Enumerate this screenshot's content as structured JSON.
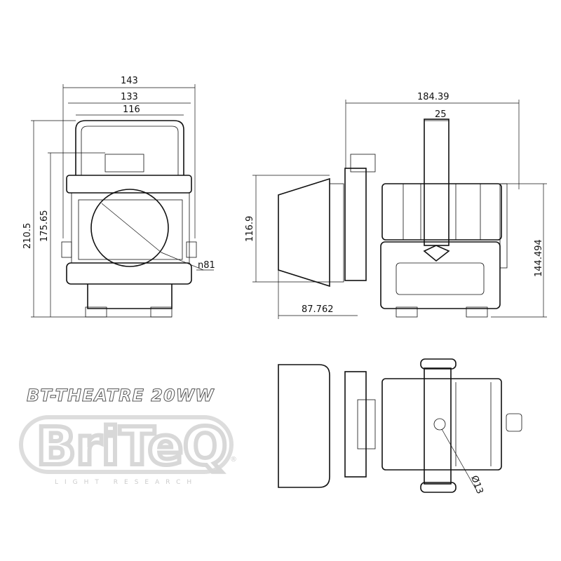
{
  "product_title": "BT-THEATRE 20WW",
  "logo": {
    "brand": "BriTeQ",
    "tagline": "LIGHT RESEARCH",
    "registered": "®"
  },
  "front_view": {
    "width_overall": "143",
    "width_bracket": "133",
    "width_inner": "116",
    "height_overall": "210.5",
    "height_body": "175.65",
    "lens_diameter": "n81"
  },
  "side_view": {
    "length_overall": "184.39",
    "bracket_width": "25",
    "barndoor_height": "116.9",
    "barndoor_depth": "87.762",
    "height": "144.494"
  },
  "top_view": {
    "hole_diameter": "Ø13"
  }
}
